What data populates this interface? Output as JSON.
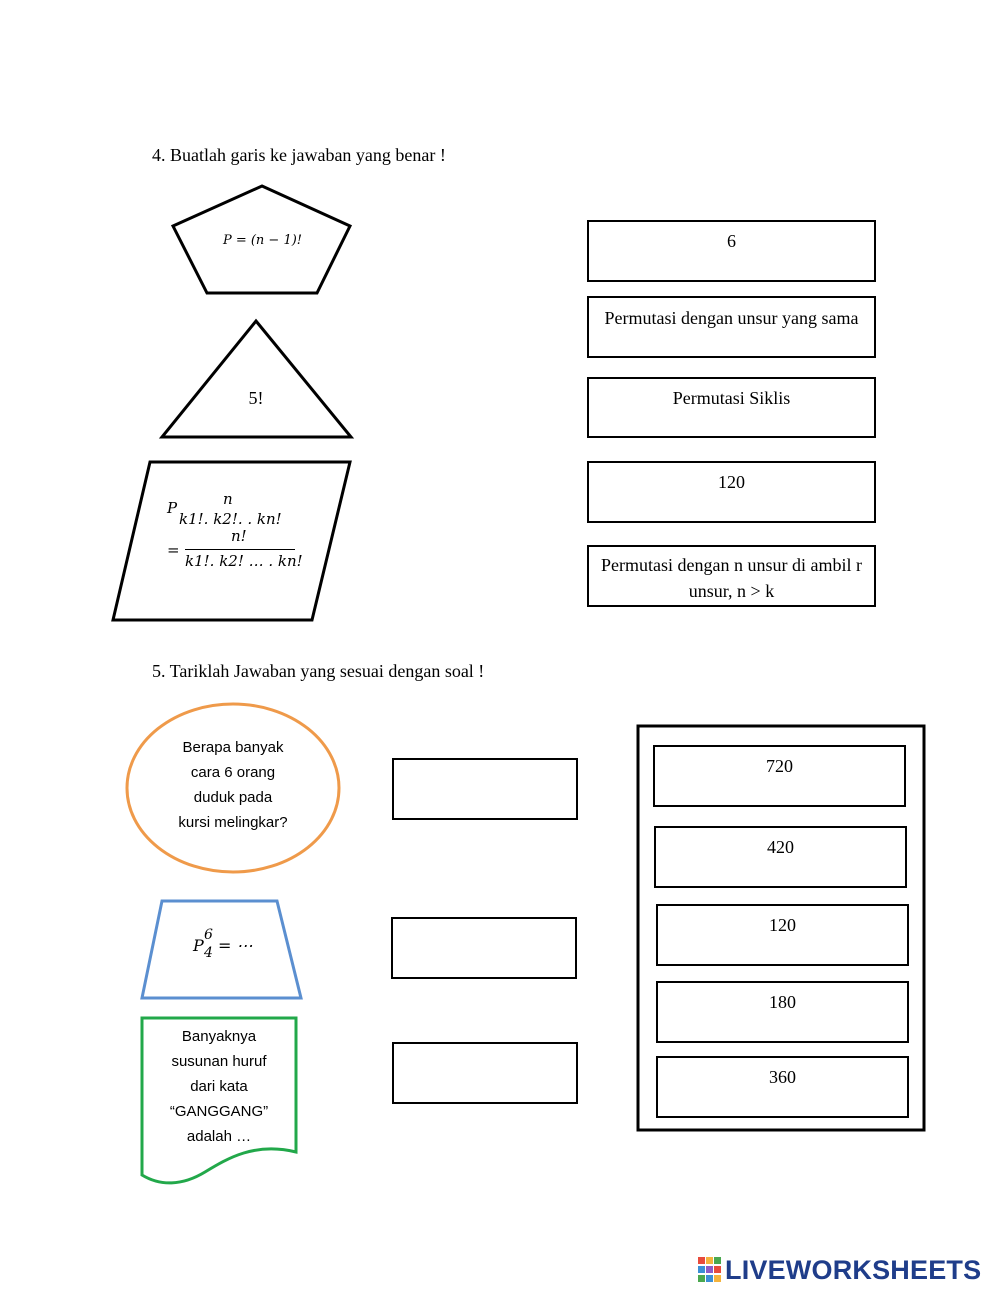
{
  "q4": {
    "heading": "4.   Buatlah garis ke jawaban yang benar !",
    "shapes": {
      "pentagon": "P = (n − 1)!",
      "triangle": "5!",
      "parallelogram": {
        "p": "P",
        "sup": "n",
        "sub": "k1!. k2!. . kn!",
        "eq": "=",
        "num": "n!",
        "den": "k1!. k2! … . kn!"
      }
    },
    "answers": [
      "6",
      "Permutasi dengan unsur yang sama",
      "Permutasi Siklis",
      "120",
      "Permutasi dengan n unsur di ambil r unsur, n > k"
    ]
  },
  "q5": {
    "heading": "5.   Tariklah Jawaban yang sesuai dengan soal !",
    "oval_text": [
      "Berapa banyak",
      "cara 6 orang",
      "duduk pada",
      "kursi melingkar?"
    ],
    "trapezoid": {
      "p": "P",
      "sup": "6",
      "sub": "4",
      "rest": "= ⋯"
    },
    "document_text": [
      "Banyaknya",
      "susunan huruf",
      "dari kata",
      "“GANGGANG”",
      "adalah …"
    ],
    "options": [
      "720",
      "420",
      "120",
      "180",
      "360"
    ]
  },
  "branding": {
    "logo_text": "LIVEWORKSHEETS",
    "color": "#1f3d8a"
  },
  "colors": {
    "oval": "#ef9a4a",
    "trapezoid": "#5b8fd0",
    "document": "#22a84a"
  }
}
